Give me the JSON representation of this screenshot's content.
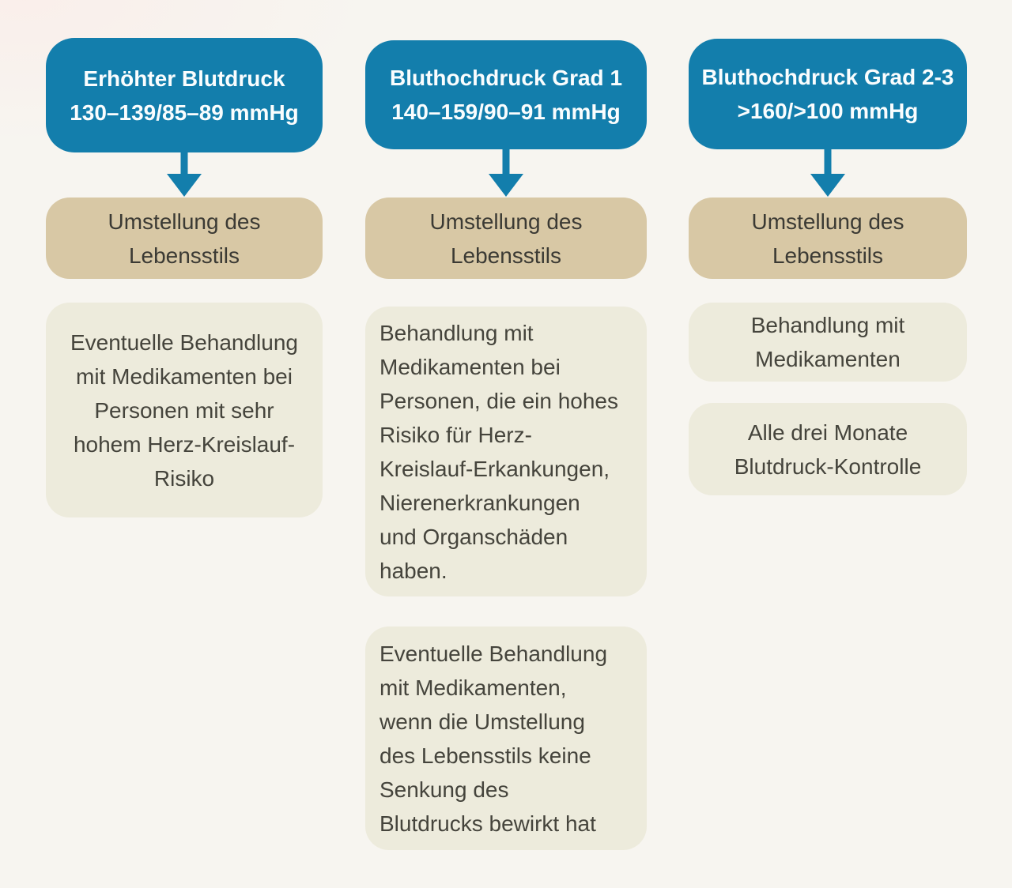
{
  "palette": {
    "background": "#F7F5F0",
    "header_blue": "#137EAC",
    "header_text": "#FAFDFE",
    "arrow": "#137EAC",
    "tan": "#D8C8A5",
    "tan_text": "#3B3A34",
    "cream": "#EDEBDC",
    "cream_text": "#45443C"
  },
  "columns": [
    {
      "header": "Erhöhter Blutdruck\n130–139/85–89 mmHg",
      "lifestyle": "Umstellung des\nLebensstils",
      "boxes": [
        {
          "text": "Eventuelle Behandlung\nmit Medikamenten bei\nPersonen mit sehr\nhohem Herz-Kreislauf-\nRisiko"
        }
      ]
    },
    {
      "header": "Bluthochdruck Grad 1\n140–159/90–91 mmHg",
      "lifestyle": "Umstellung des\nLebensstils",
      "boxes": [
        {
          "text": "Behandlung mit\nMedikamenten bei\nPersonen, die ein hohes\nRisiko für Herz-\nKreislauf-Erkankungen,\nNierenerkrankungen\nund Organschäden\nhaben."
        },
        {
          "text": "Eventuelle Behandlung\nmit Medikamenten,\nwenn die Umstellung\ndes Lebensstils keine\nSenkung des\nBlutdrucks bewirkt hat"
        }
      ]
    },
    {
      "header": "Bluthochdruck Grad 2-3\n>160/>100 mmHg",
      "lifestyle": "Umstellung des\nLebensstils",
      "boxes": [
        {
          "text": "Behandlung mit\nMedikamenten"
        },
        {
          "text": "Alle drei Monate\nBlutdruck-Kontrolle"
        }
      ]
    }
  ]
}
